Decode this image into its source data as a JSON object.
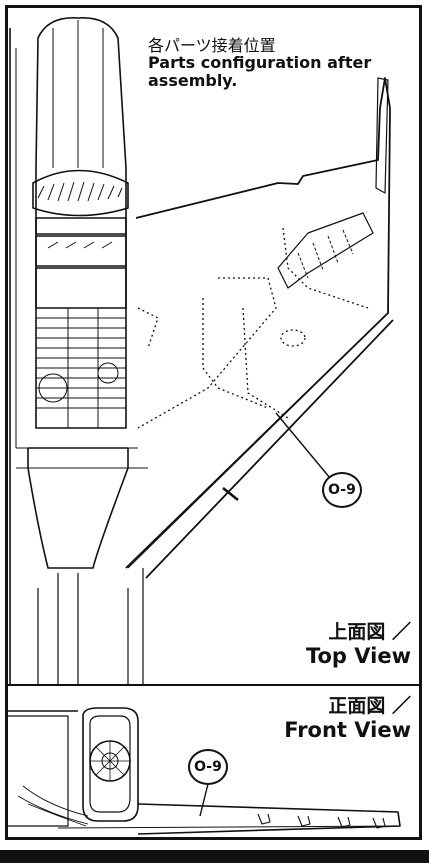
{
  "caption": {
    "japanese": "各パーツ接着位置",
    "english": "Parts configuration after assembly."
  },
  "top_view": {
    "label_jp": "上面図 ／",
    "label_en": "Top View",
    "callout": "O-9"
  },
  "front_view": {
    "label_jp": "正面図 ／",
    "label_en": "Front View",
    "callout": "O-9"
  }
}
